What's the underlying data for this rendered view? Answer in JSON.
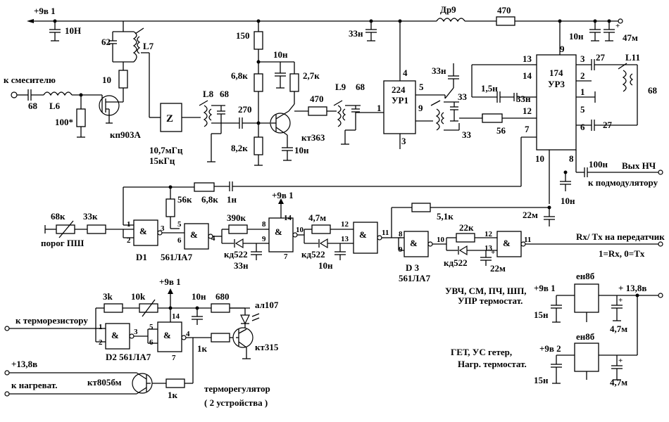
{
  "labels": {
    "rail_top": "+9в 1",
    "c_10n_top": "10Н",
    "c62": "62",
    "l7": "L7",
    "r10": "10",
    "to_mixer": "к смесителю",
    "c68_in": "68",
    "l6": "L6",
    "r100": "100*",
    "fet": "кп903А",
    "filter_freq": "10,7мГц",
    "filter_bw": "15кГц",
    "l8": "L8",
    "c68_l8": "68",
    "c270": "270",
    "r150": "150",
    "c10n_q": "10н",
    "r68k": "6,8к",
    "r27k": "2,7к",
    "r82k": "8,2к",
    "c10n_e": "10н",
    "bjt": "кт363",
    "r470a": "470",
    "l9": "L9",
    "c68_l9": "68",
    "c33n_a": "33н",
    "dr9": "Др9",
    "r470b": "470",
    "c10n_b": "10н",
    "c47m": "47м",
    "ic1_num": "224",
    "ic1_name": "УР1",
    "ic1_p4": "4",
    "ic1_p5": "5",
    "ic1_p1": "1",
    "ic1_p9": "9",
    "ic1_p3": "3",
    "c33n_b": "33н",
    "c33_a": "33",
    "c33_b": "33",
    "c15n": "1,5н",
    "c33n_c": "33н",
    "r56": "56",
    "ic3_num": "174",
    "ic3_name": "УР3",
    "p13": "13",
    "p14": "14",
    "p12": "12",
    "p7": "7",
    "p9": "9",
    "p3": "3",
    "p2": "2",
    "p1": "1",
    "p5": "5",
    "p6": "6",
    "p10": "10",
    "p8": "8",
    "c27a": "27",
    "c27b": "27",
    "l11": "L11",
    "c68_l11": "68",
    "c100n": "100н",
    "out_af": "Вых НЧ",
    "to_submod": "к подмодулятору",
    "c10n_c": "10н",
    "r56k": "56к",
    "r68k_b": "6,8к",
    "c1n": "1н",
    "r68k_th": "68к",
    "r33k": "33к",
    "threshold": "порог ПШ",
    "d1": "D1",
    "d1_type": "561ЛА7",
    "r390k": "390к",
    "r47m": "4,7м",
    "d522a": "кд522",
    "c33n_d": "33н",
    "d522b": "кд522",
    "c10n_d": "10н",
    "rail_9v_mid": "+9в 1",
    "r51k": "5,1к",
    "c22m_a": "22м",
    "d3": "D 3",
    "d3_type": "561ЛА7",
    "r22k": "22к",
    "d522c": "кд522",
    "c22m_b": "22м",
    "rxtx": "Rx/ Tx на передатчик",
    "rxtx_logic": "1=Rx,  0=Tx",
    "to_thermistor": "к терморезистору",
    "r3k": "3k",
    "r10k": "10k",
    "rail_9v_therm": "+9в 1",
    "c10n_e2": "10н",
    "r680": "680",
    "led": "ал107",
    "q_kt315": "кт315",
    "r1k_a": "1к",
    "d2": "D2 561ЛА7",
    "v138_a": "+13,8в",
    "to_heater": "к нагреват.",
    "q_kt805": "кт805бм",
    "r1k_b": "1к",
    "thermostat": "терморегулятор",
    "two_devices": "( 2  устройства )",
    "group1": "УВЧ, СМ, ПЧ, ШП,",
    "group1b": "УПР термостат.",
    "group2": "ГЕТ, УС гетер,",
    "group2b": "Нагр. термостат.",
    "reg_a": "ен8б",
    "reg_b": "ен8б",
    "v9_1": "+9в 1",
    "v9_2": "+9в 2",
    "v138_b": "+ 13,8в",
    "c15n_a": "15н",
    "c15n_b": "15н",
    "c47m_a": "4,7м",
    "c47m_b": "4,7м",
    "gate_sym": "&"
  }
}
